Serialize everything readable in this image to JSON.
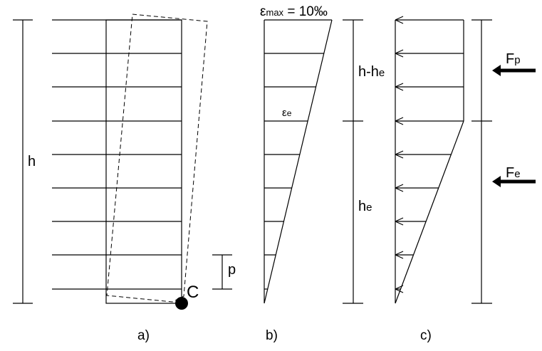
{
  "panel_a": {
    "caption": "a)",
    "height_label": "h",
    "spacing_label": "p",
    "point_label": "C"
  },
  "panel_b": {
    "caption": "b)",
    "strain_max_symbol": "ε",
    "strain_max_sub": "max",
    "strain_max_value": " = 10‰",
    "strain_e_symbol": "ε",
    "strain_e_sub": "e"
  },
  "panel_c": {
    "caption": "c)",
    "upper_dim_h": "h-h",
    "upper_dim_sub": "e",
    "lower_dim_h": "h",
    "lower_dim_sub": "e",
    "force_p": "F",
    "force_p_sub": "p",
    "force_e": "F",
    "force_e_sub": "e"
  }
}
